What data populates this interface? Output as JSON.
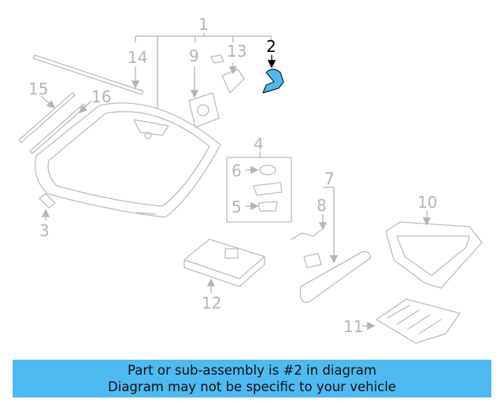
{
  "diagram": {
    "highlight_color": "#4fbaf1",
    "highlighted_part": "2",
    "callouts": [
      "1",
      "2",
      "3",
      "4",
      "5",
      "6",
      "7",
      "8",
      "9",
      "10",
      "11",
      "12",
      "13",
      "14",
      "15",
      "16"
    ]
  },
  "banner": {
    "line1": "Part or sub-assembly is #2 in diagram",
    "line2": "Diagram may not be specific to your vehicle",
    "background": "#4fbaf1"
  }
}
